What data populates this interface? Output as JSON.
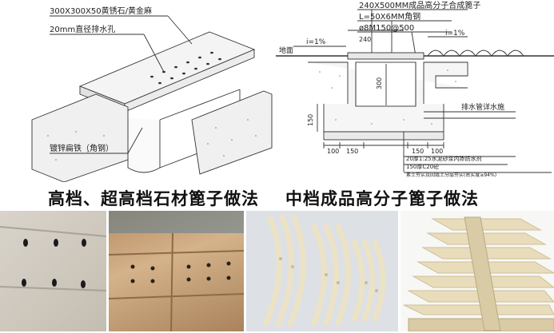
{
  "left_drawing": {
    "label_stone": "300X300X50黄锈石/黄金麻",
    "label_hole": "20mm直径排水孔",
    "label_steel": "镀锌扁铁（角钢）"
  },
  "right_drawing": {
    "label_grate": "240X500MM成品高分子合成篦子",
    "label_angle": "L=50X6MM角钢",
    "label_rebar": "ø8M150@500",
    "label_slope_left": "i=1%",
    "label_slope_right": "i=1%",
    "label_ground": "地面",
    "label_width": "240",
    "label_depth": "300",
    "label_base": "150",
    "label_side_l1": "100",
    "label_side_l2": "150",
    "label_side_r1": "150",
    "label_side_r2": "100",
    "label_pipe": "排水管详水施",
    "label_mortar": "20厚1:25水泥砂浆内掺防水剂",
    "label_concrete": "150厚C20砼",
    "label_soil": "素土夯实及回填土分层夯实(密实度≥94%)"
  },
  "captions": {
    "stone": "高档、超高档石材篦子做法",
    "polymer": "中档成品高分子篦子做法"
  },
  "colors": {
    "stone_light": "#cfc9bf",
    "stone_warm": "#c9a47a",
    "polymer": "#e9dfc4",
    "line": "#333333"
  }
}
